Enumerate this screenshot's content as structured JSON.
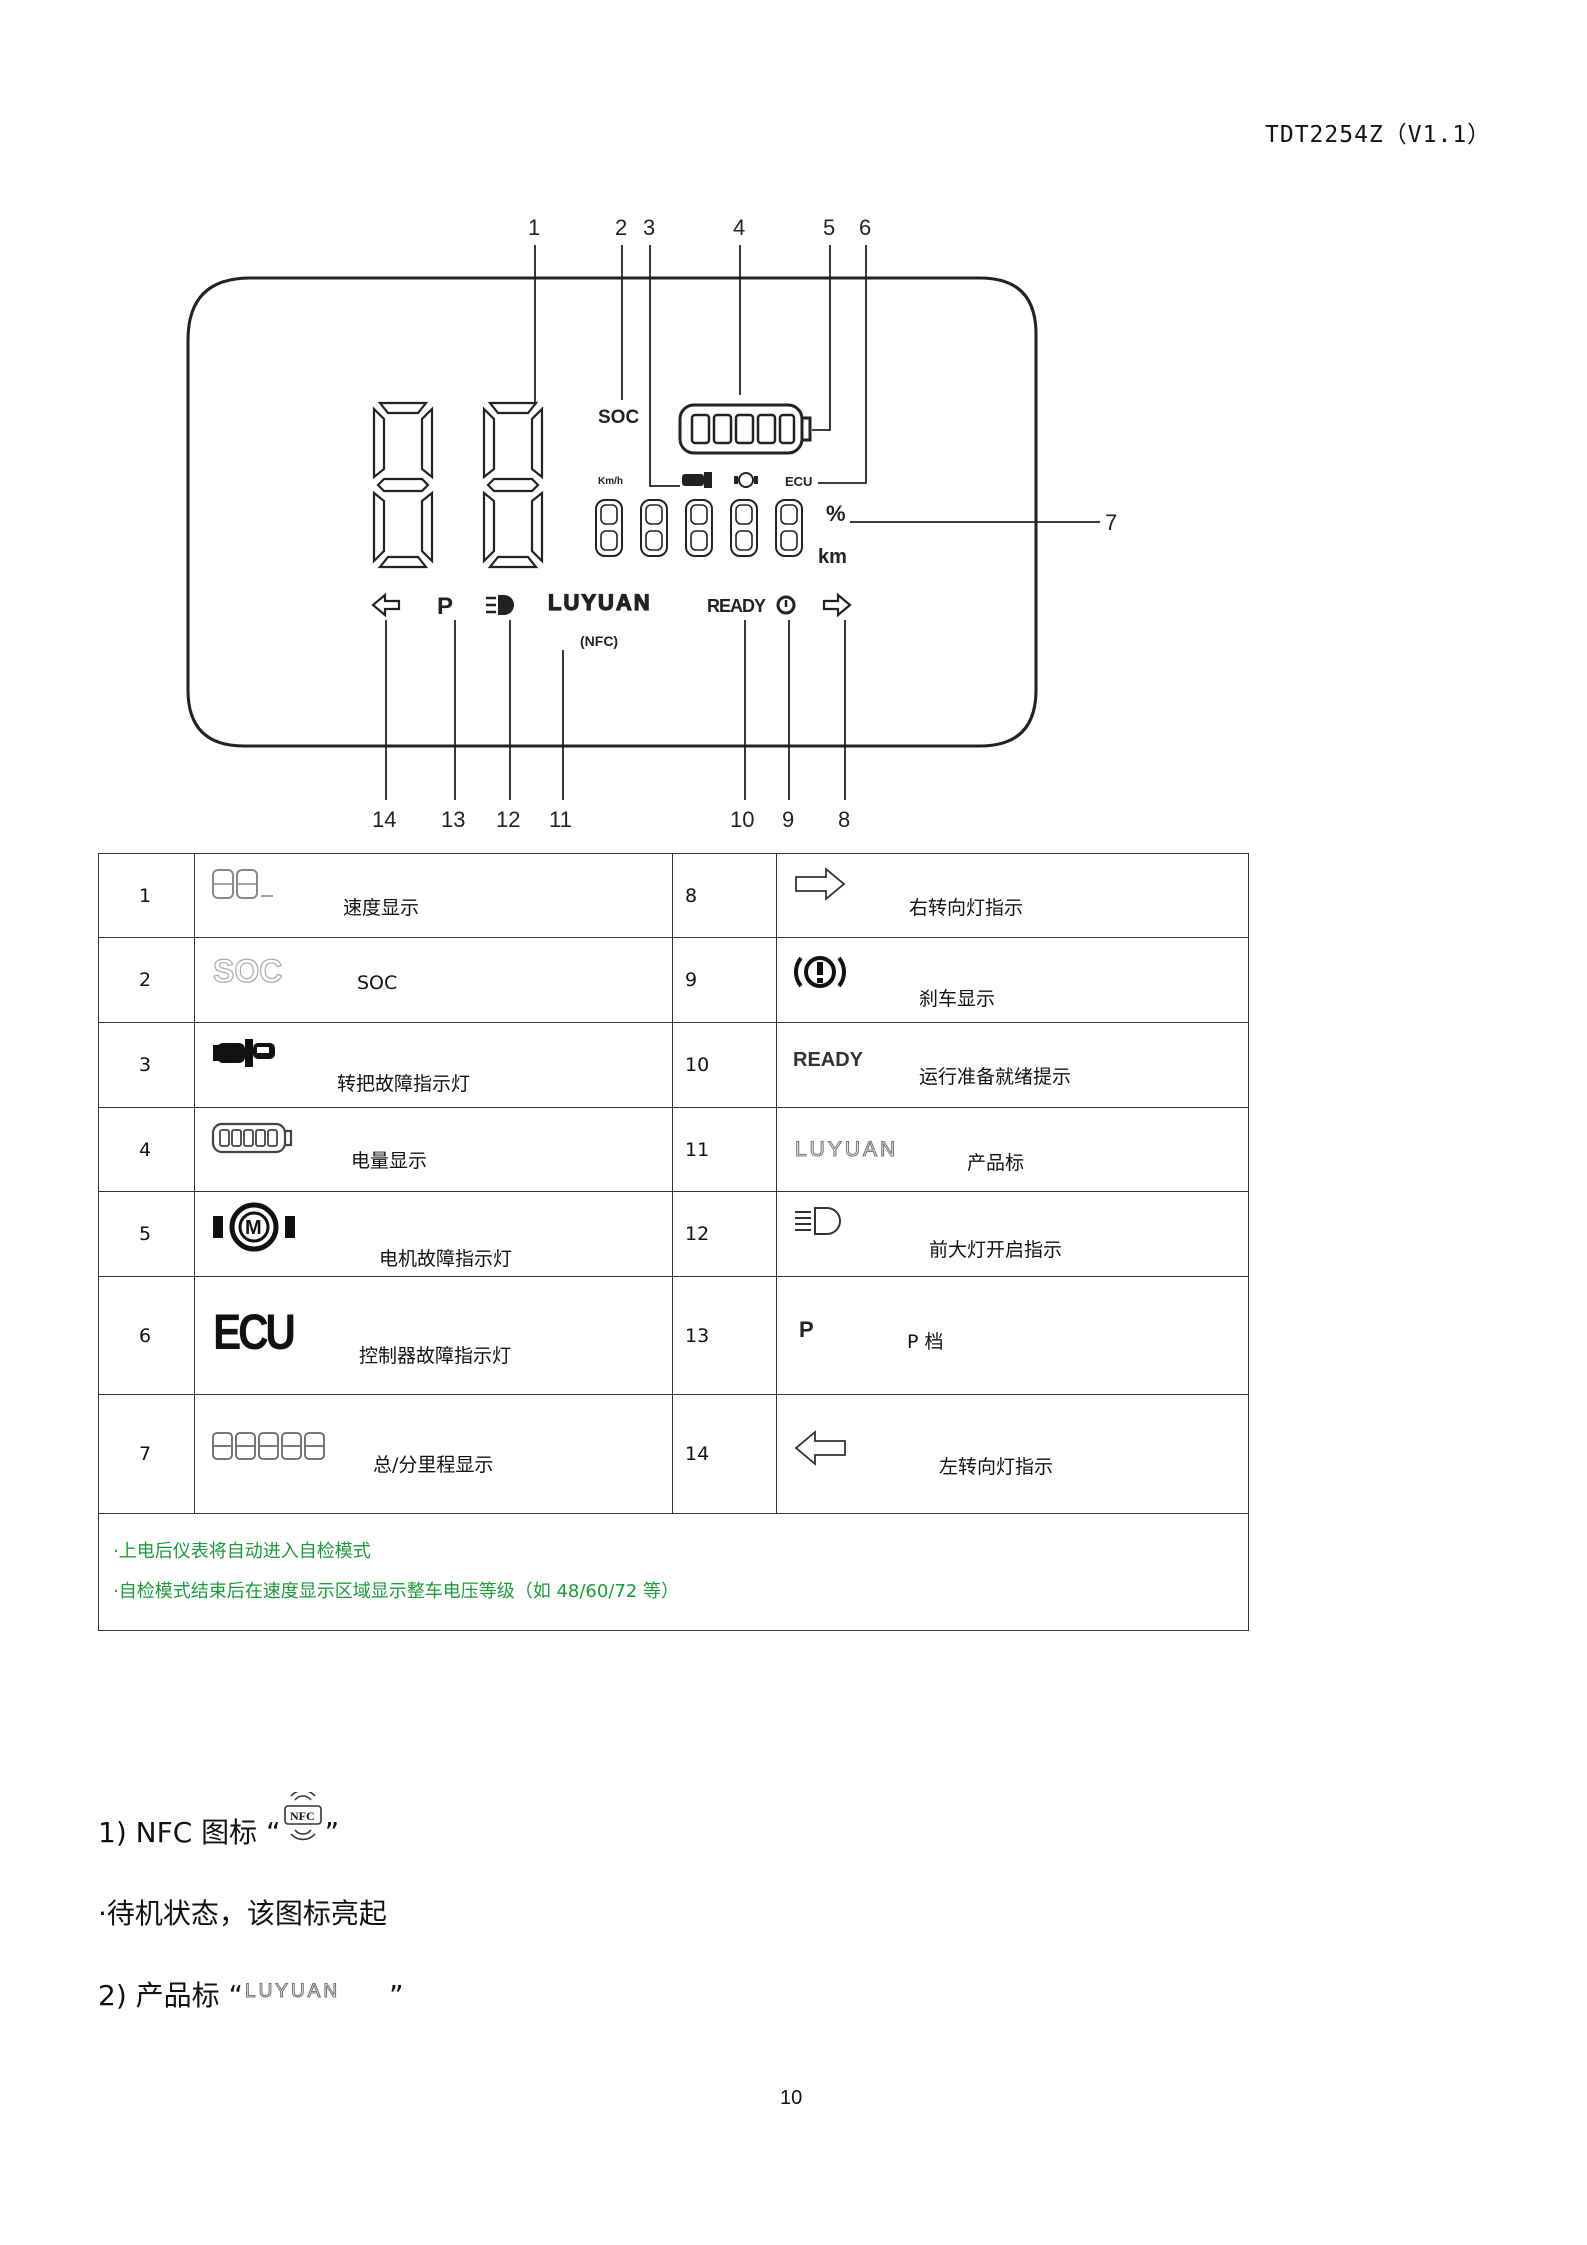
{
  "header": {
    "doc_code": "TDT2254Z（V1.1）"
  },
  "diagram": {
    "callouts_top": [
      "1",
      "2",
      "3",
      "4",
      "5",
      "6"
    ],
    "callout_right": "7",
    "callouts_bottom": [
      "14",
      "13",
      "12",
      "11",
      "10",
      "9",
      "8"
    ],
    "lcd": {
      "soc": "SOC",
      "kmh": "Km/h",
      "gear": "P",
      "brand": "LUYUAN",
      "nfc": "(NFC)",
      "ready": "READY",
      "ecu": "ECU",
      "percent": "%",
      "km": "km"
    }
  },
  "legend": {
    "rows": [
      {
        "num": "1",
        "desc": "速度显示",
        "icon": "speed-digits-icon",
        "num2": "8",
        "desc2": "右转向灯指示",
        "icon2": "right-arrow-icon"
      },
      {
        "num": "2",
        "desc": "SOC",
        "icon": "soc-icon",
        "icon_text": "SOC",
        "num2": "9",
        "desc2": "刹车显示",
        "icon2": "brake-warning-icon"
      },
      {
        "num": "3",
        "desc": "转把故障指示灯",
        "icon": "throttle-fault-icon",
        "num2": "10",
        "desc2": "运行准备就绪提示",
        "icon2": "ready-icon",
        "icon2_text": "READY"
      },
      {
        "num": "4",
        "desc": "电量显示",
        "icon": "battery-icon",
        "num2": "11",
        "desc2": "产品标",
        "icon2": "brand-logo-icon",
        "icon2_text": "LUYUAN"
      },
      {
        "num": "5",
        "desc": "电机故障指示灯",
        "icon": "motor-fault-icon",
        "num2": "12",
        "desc2": "前大灯开启指示",
        "icon2": "headlight-icon"
      },
      {
        "num": "6",
        "desc": "控制器故障指示灯",
        "icon": "ecu-icon",
        "icon_text": "ECU",
        "num2": "13",
        "desc2": "P 档",
        "icon2": "park-icon",
        "icon2_text": "P"
      },
      {
        "num": "7",
        "desc": "总/分里程显示",
        "icon": "odometer-digits-icon",
        "num2": "14",
        "desc2": "左转向灯指示",
        "icon2": "left-arrow-icon"
      }
    ],
    "notes": [
      "·上电后仪表将自动进入自检模式",
      "·自检模式结束后在速度显示区域显示整车电压等级（如 48/60/72 等）"
    ]
  },
  "sections": {
    "nfc_title_pre": "1) NFC 图标 “",
    "nfc_title_post": "”",
    "nfc_icon_text": "NFC",
    "standby": "·待机状态，该图标亮起",
    "brand_title_pre": "2) 产品标 “",
    "brand_title_post": "”",
    "brand_icon_text": "LUYUAN"
  },
  "footer": {
    "page_number": "10"
  }
}
